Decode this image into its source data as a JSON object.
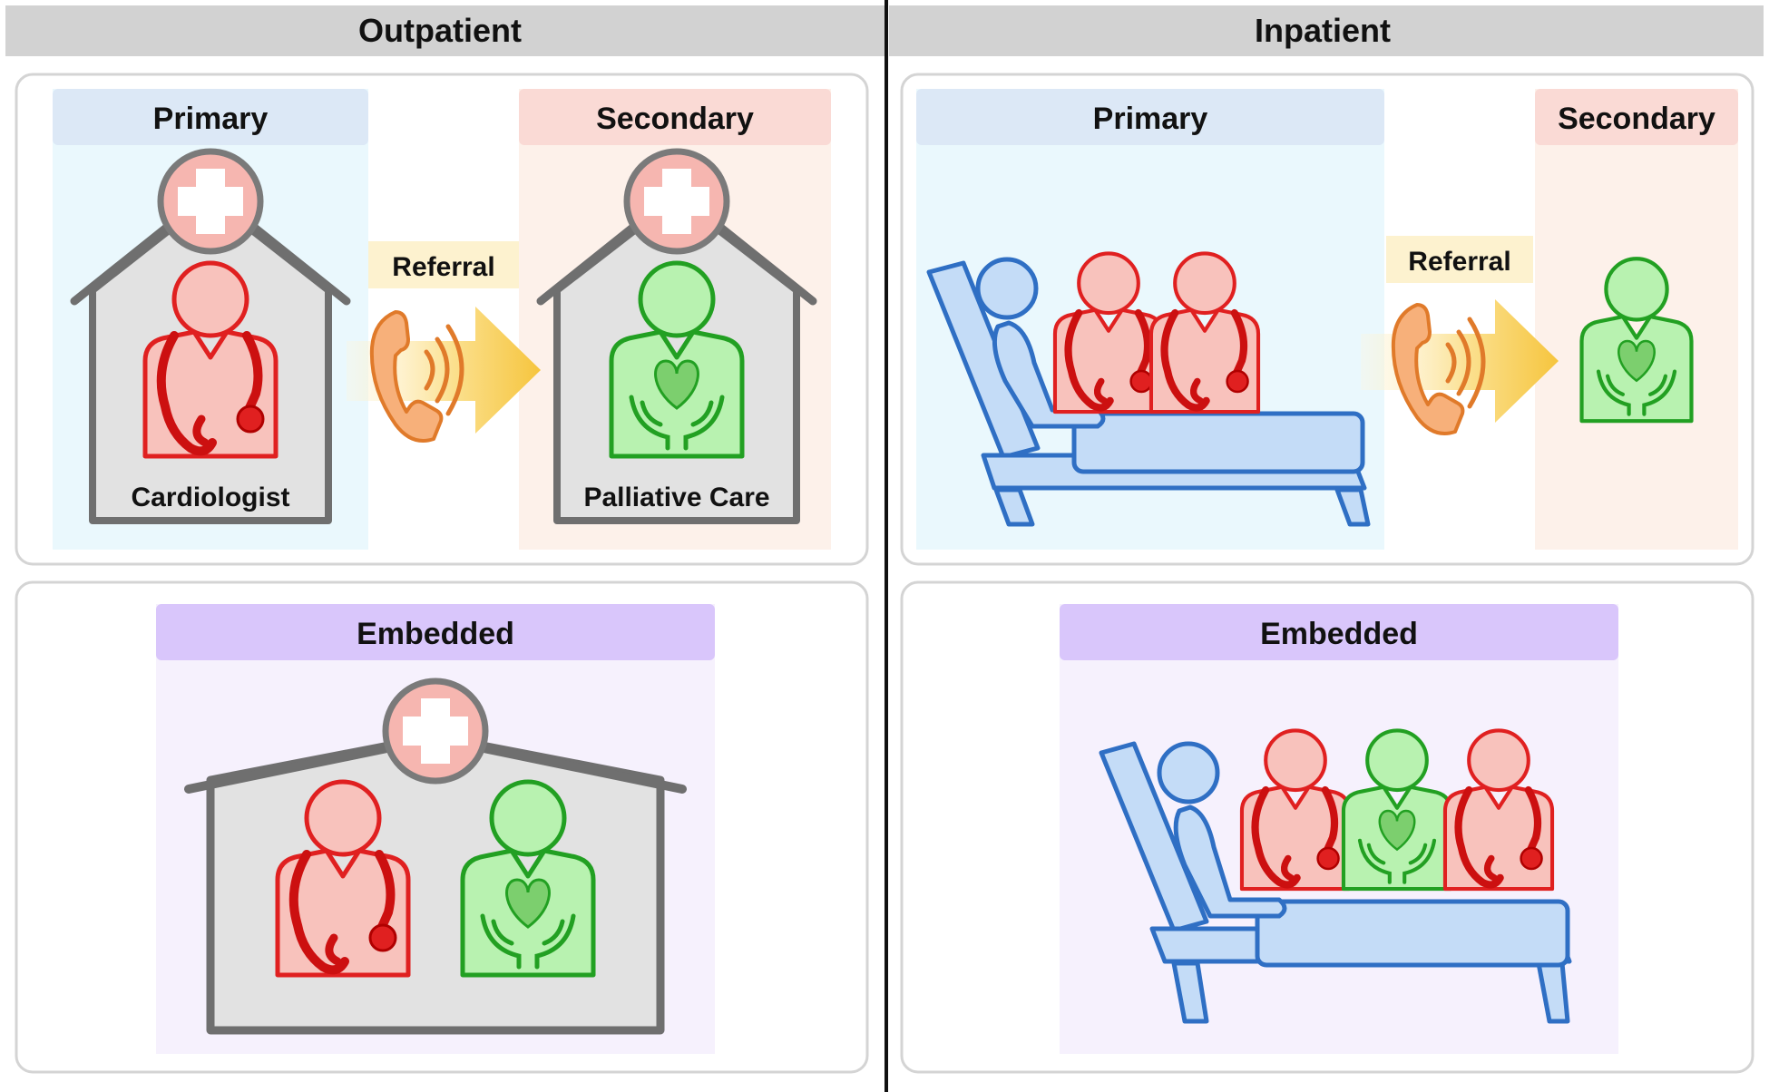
{
  "headers": {
    "outpatient": "Outpatient",
    "inpatient": "Inpatient"
  },
  "outpatient": {
    "top": {
      "primary_label": "Primary",
      "secondary_label": "Secondary",
      "referral_label": "Referral",
      "primary_caption": "Cardiologist",
      "secondary_caption": "Palliative Care"
    },
    "bottom": {
      "embedded_label": "Embedded"
    }
  },
  "inpatient": {
    "top": {
      "primary_label": "Primary",
      "secondary_label": "Secondary",
      "referral_label": "Referral"
    },
    "bottom": {
      "embedded_label": "Embedded"
    }
  },
  "colors": {
    "header_bar": "#d2d2d2",
    "primary_band": "#dce8f6",
    "primary_fill": "#eaf8fd",
    "secondary_band": "#fadad5",
    "secondary_fill": "#fdf1ea",
    "embedded_band": "#d9c6fb",
    "embedded_fill": "#f6f1fd",
    "referral_band": "#fdf2cf",
    "house_gray": "#e2e2e2",
    "house_stroke": "#6f6f6f",
    "cardiologist_fill": "#f8c2bc",
    "cardiologist_stroke": "#e02020",
    "palliative_fill": "#b8f2b0",
    "palliative_stroke": "#22a022",
    "patient_fill": "#c4dcf7",
    "patient_stroke": "#2f6fc4",
    "phone_fill": "#f7b07a",
    "phone_stroke": "#e07a2a",
    "arrow_fill": "#f7c94a"
  },
  "icons": {
    "clinic": "clinic-house-icon",
    "cross": "medical-cross-icon",
    "cardiologist": "cardiologist-icon",
    "palliative": "palliative-care-icon",
    "phone": "phone-icon",
    "arrow": "referral-arrow-icon",
    "bed": "hospital-bed-icon",
    "patient": "patient-icon"
  }
}
